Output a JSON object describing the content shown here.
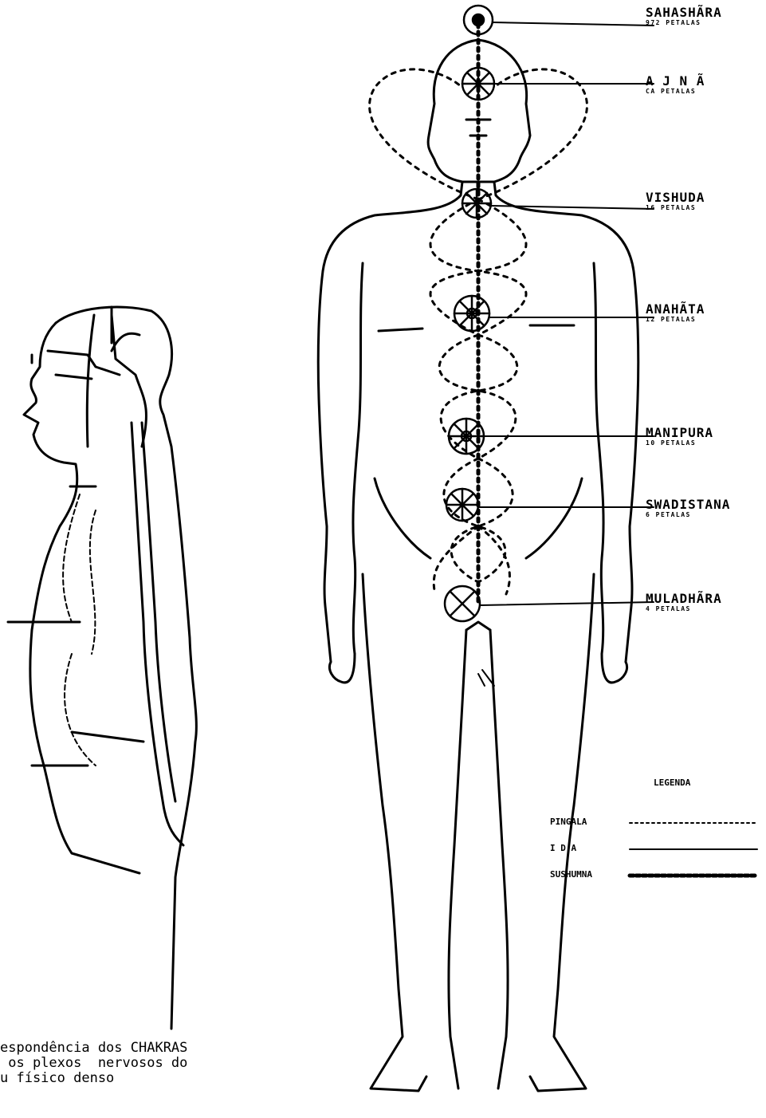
{
  "chakras": [
    {
      "name": "SAHASHÃRA",
      "petals": "972 PETALAS"
    },
    {
      "name": "A J N Ã",
      "petals": "CA PETALAS"
    },
    {
      "name": "VISHUDA",
      "petals": "16 PETALAS"
    },
    {
      "name": "ANAHÃTA",
      "petals": "12 PETALAS"
    },
    {
      "name": "MANIPURA",
      "petals": "10 PETALAS"
    },
    {
      "name": "SWADISTANA",
      "petals": "6 PETALAS"
    },
    {
      "name": "MULADHÃRA",
      "petals": "4 PETALAS"
    }
  ],
  "legend": {
    "title": "LEGENDA",
    "items": [
      {
        "label": "PINGALA",
        "pattern": "+++++++++++"
      },
      {
        "label": "I D A",
        "pattern": "------------"
      },
      {
        "label": "SUSHUMNA",
        "pattern": "oooooooooooo"
      }
    ]
  },
  "caption": {
    "line1": "espondência dos CHAKRAS",
    "line2": " os plexos  nervosos do",
    "line3": "u físico denso"
  },
  "colors": {
    "ink": "#000000",
    "paper": "#ffffff"
  }
}
